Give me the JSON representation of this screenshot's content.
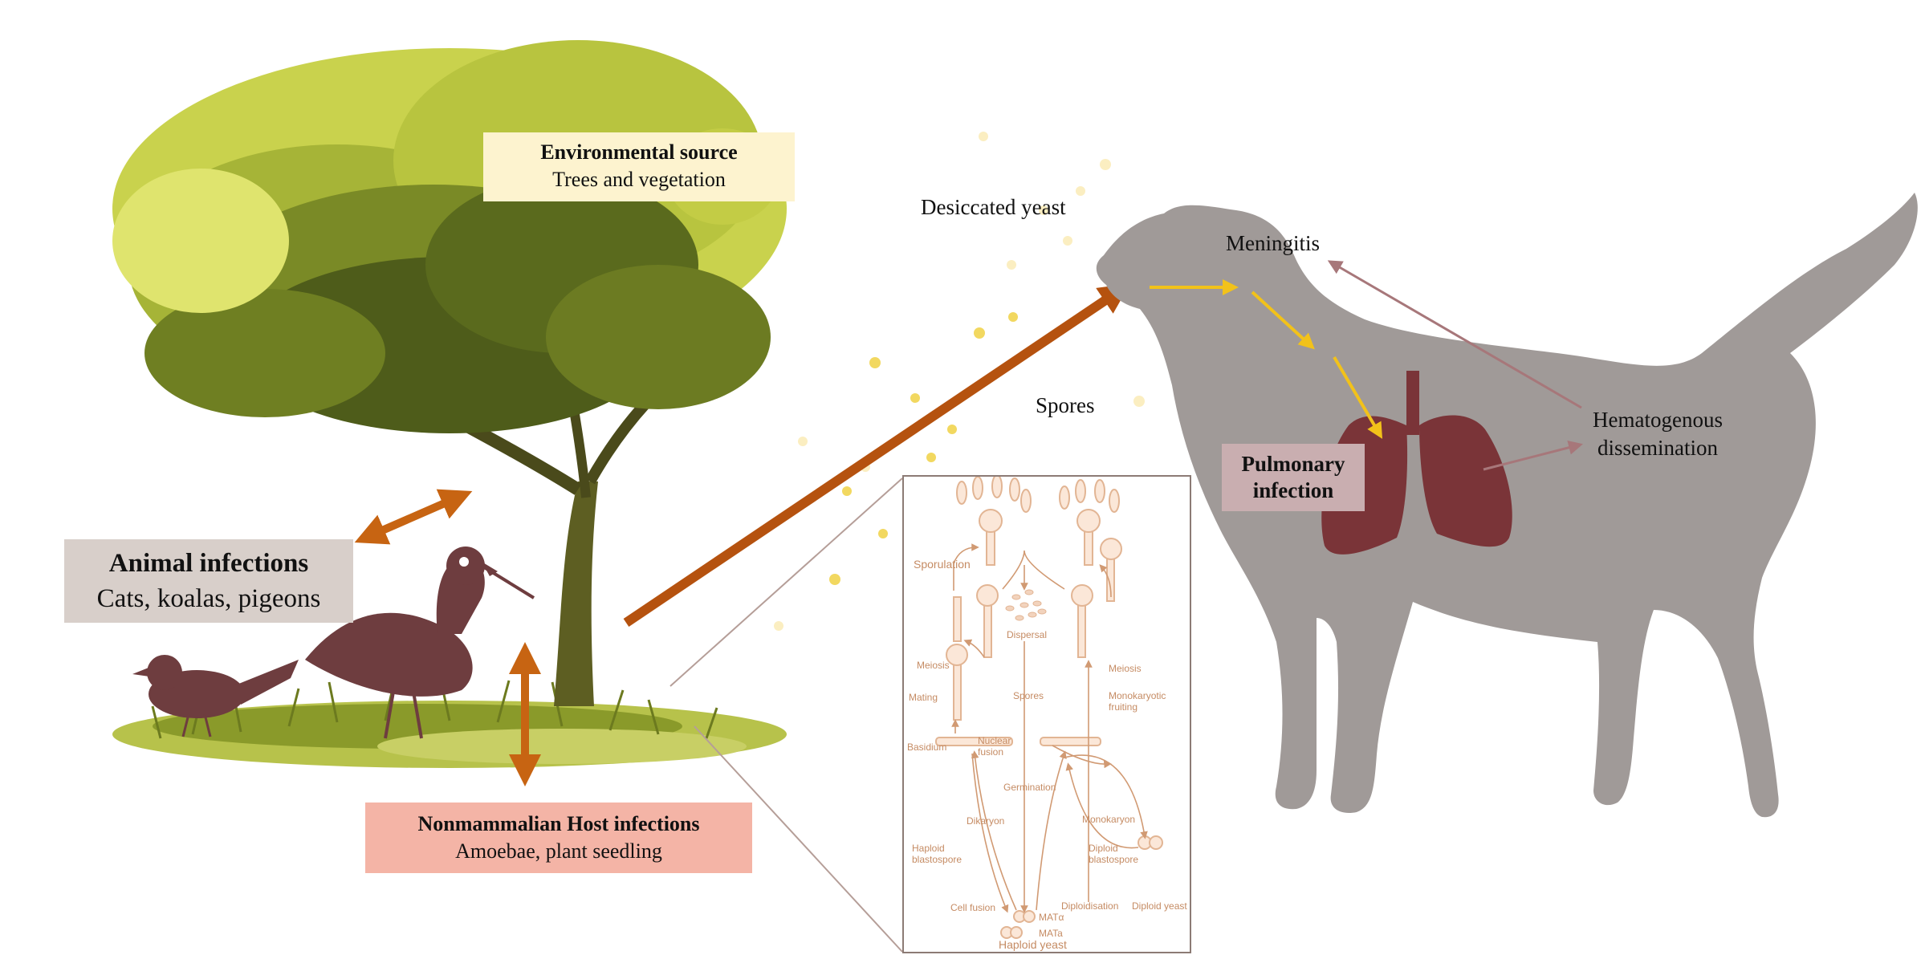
{
  "environmental_source": {
    "title": "Environmental source",
    "subtitle": "Trees and vegetation"
  },
  "animal_infections": {
    "title": "Animal infections",
    "subtitle": "Cats, koalas, pigeons"
  },
  "nonmammalian_infections": {
    "title": "Nonmammalian Host infections",
    "subtitle": "Amoebae, plant seedling"
  },
  "pulmonary_infection": {
    "line1": "Pulmonary",
    "line2": "infection"
  },
  "labels": {
    "desiccated_yeast": "Desiccated yeast",
    "spores": "Spores",
    "meningitis": "Meningitis",
    "hematogenous_line1": "Hematogenous",
    "hematogenous_line2": "dissemination"
  },
  "life_cycle": {
    "sporulation": "Sporulation",
    "dispersal": "Dispersal",
    "meiosis_left": "Meiosis",
    "meiosis_right": "Meiosis",
    "mating": "Mating",
    "spores": "Spores",
    "monokaryotic_line1": "Monokaryotic",
    "monokaryotic_line2": "fruiting",
    "basidium": "Basidium",
    "nuclear_line1": "Nuclear",
    "nuclear_line2": "fusion",
    "germination": "Germination",
    "dikaryon": "Dikaryon",
    "monokaryon": "Monokaryon",
    "haploid_blastospore_line1": "Haploid",
    "haploid_blastospore_line2": "blastospore",
    "diploid_blastospore_line1": "Diploid",
    "diploid_blastospore_line2": "blastospore",
    "cell_fusion": "Cell fusion",
    "diploidisation": "Diploidisation",
    "diploid_yeast": "Diploid yeast",
    "mat_alpha": "MATα",
    "mat_a": "MATa",
    "haploid_yeast": "Haploid yeast"
  },
  "colors": {
    "tree_foliage": "#8a9a2a",
    "tree_dark": "#3f4a17",
    "bird": "#6e3d3f",
    "dog": "#a09a98",
    "lungs": "#7a3438",
    "transmission_arrow": "#b5520f",
    "yellow_arrow": "#f2c21a",
    "life_cycle_stroke": "#e2b594"
  }
}
